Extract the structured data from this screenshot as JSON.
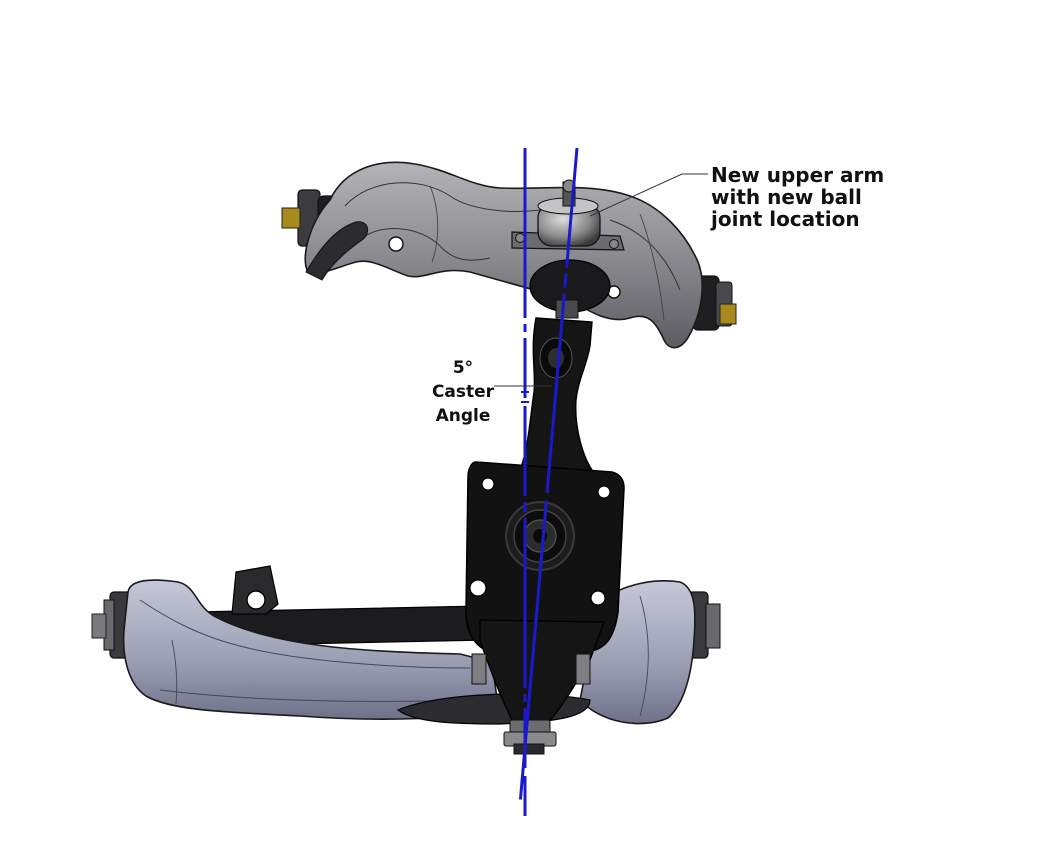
{
  "annotations": {
    "upper_arm": {
      "line1": "New upper arm",
      "line2": "with new ball",
      "line3": "joint location"
    },
    "caster": {
      "value": "5°",
      "line2": "Caster",
      "line3": "Angle"
    }
  },
  "colors": {
    "axis_line": "#1a1acc",
    "upper_arm": "#8e8e92",
    "lower_arm": "#a6a8bc",
    "spindle": "#111111"
  }
}
